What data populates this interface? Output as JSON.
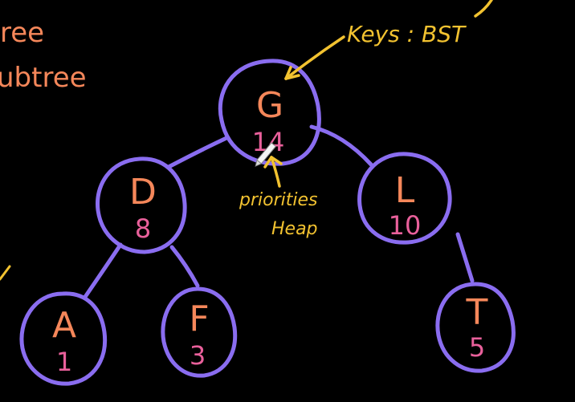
{
  "side_text": {
    "line1": "ree",
    "line2": "ubtree"
  },
  "annotations": {
    "keys_label": "Keys : BST",
    "priorities_line1": "priorities",
    "priorities_line2": "Heap"
  },
  "nodes": {
    "G": {
      "key": "G",
      "priority": "14"
    },
    "D": {
      "key": "D",
      "priority": "8"
    },
    "L": {
      "key": "L",
      "priority": "10"
    },
    "A": {
      "key": "A",
      "priority": "1"
    },
    "F": {
      "key": "F",
      "priority": "3"
    },
    "T": {
      "key": "T",
      "priority": "5"
    }
  },
  "colors": {
    "background": "#000000",
    "node_outline": "#8a6df0",
    "key_text": "#f5875a",
    "priority_text": "#e9609b",
    "annotation": "#f2c230"
  }
}
